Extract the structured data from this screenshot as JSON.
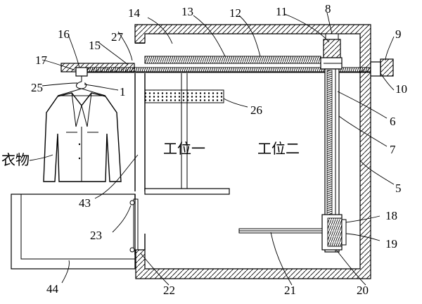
{
  "captions": {
    "station_one": "工位一",
    "station_two": "工位二",
    "clothes": "衣物"
  },
  "labels": {
    "n1": "1",
    "n5": "5",
    "n6": "6",
    "n7": "7",
    "n8": "8",
    "n9": "9",
    "n10": "10",
    "n11": "11",
    "n12": "12",
    "n13": "13",
    "n14": "14",
    "n15": "15",
    "n16": "16",
    "n17": "17",
    "n18": "18",
    "n19": "19",
    "n20": "20",
    "n21": "21",
    "n22": "22",
    "n23": "23",
    "n25": "25",
    "n26": "26",
    "n27": "27",
    "n43": "43",
    "n44": "44"
  }
}
